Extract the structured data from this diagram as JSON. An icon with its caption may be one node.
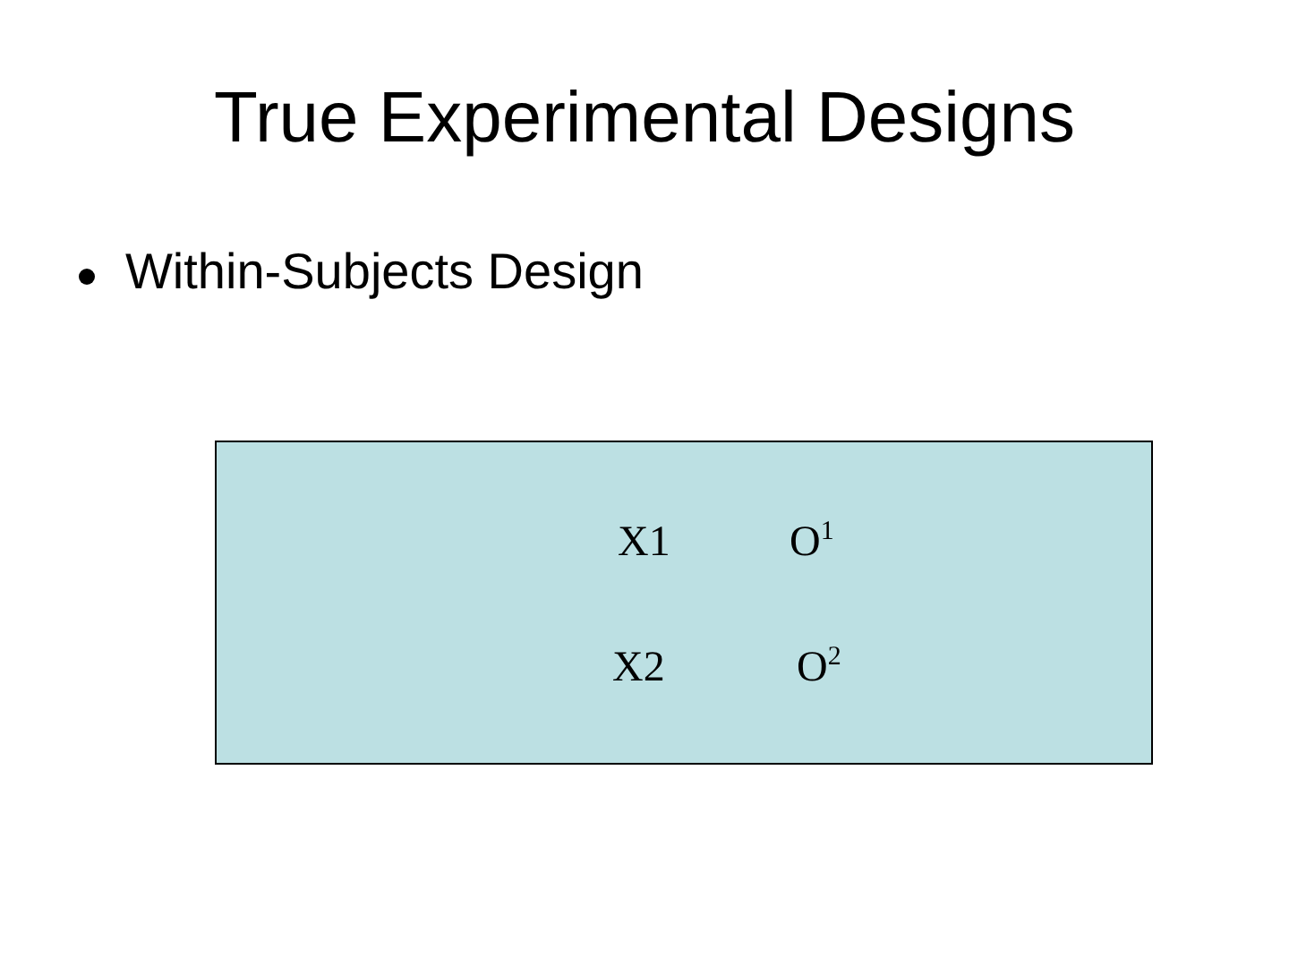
{
  "diagram": {
    "title": "True Experimental Designs",
    "nodes": [
      {
        "text": [
          "X1",
          "O$^{1}$",
          "X2",
          "O$^{2}$"
        ]
      }
    ],
    "labels": [
      "Within-Subjects Design"
    ]
  }
}
